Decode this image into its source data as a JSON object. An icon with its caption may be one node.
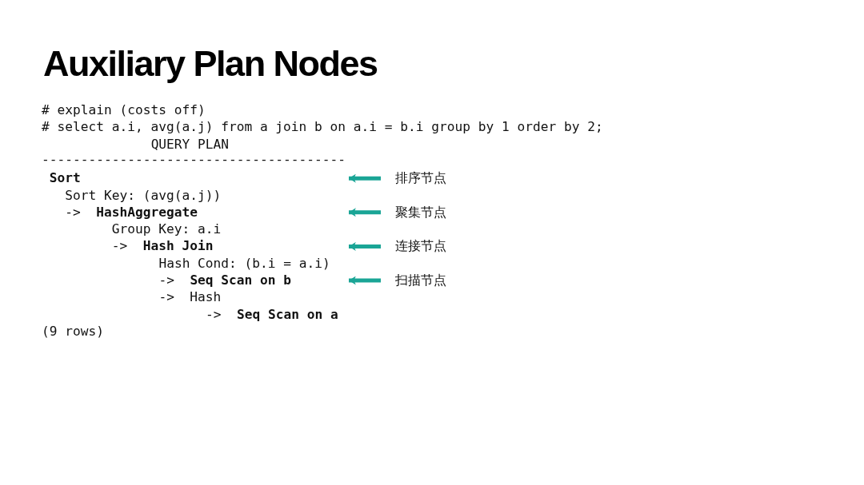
{
  "diagram": {
    "title": "Auxiliary Plan Nodes",
    "nodes": [
      {
        "text": [
          "排序节点"
        ]
      },
      {
        "text": [
          "聚集节点"
        ]
      },
      {
        "text": [
          "连接节点"
        ]
      },
      {
        "text": [
          "扫描节点"
        ]
      }
    ],
    "edges": [
      {
        "from": 0,
        "to": null,
        "arrow": "to"
      },
      {
        "from": 1,
        "to": null,
        "arrow": "to"
      },
      {
        "from": 2,
        "to": null,
        "arrow": "to"
      },
      {
        "from": 3,
        "to": null,
        "arrow": "to"
      }
    ],
    "labels": [
      "# explain (costs off)",
      "# select a.i, avg(a.j) from a join b on a.i = b.i group by 1 order by 2;",
      "QUERY PLAN",
      "---------------------------------------",
      "**Sort**",
      "Sort Key: (avg(a.j))",
      "->  **HashAggregate**",
      "Group Key: a.i",
      "->  **Hash Join**",
      "Hash Cond: (b.i = a.i)",
      "->  **Seq Scan on b**",
      "->  Hash",
      "->  **Seq Scan on a**",
      "(9 rows)"
    ]
  }
}
